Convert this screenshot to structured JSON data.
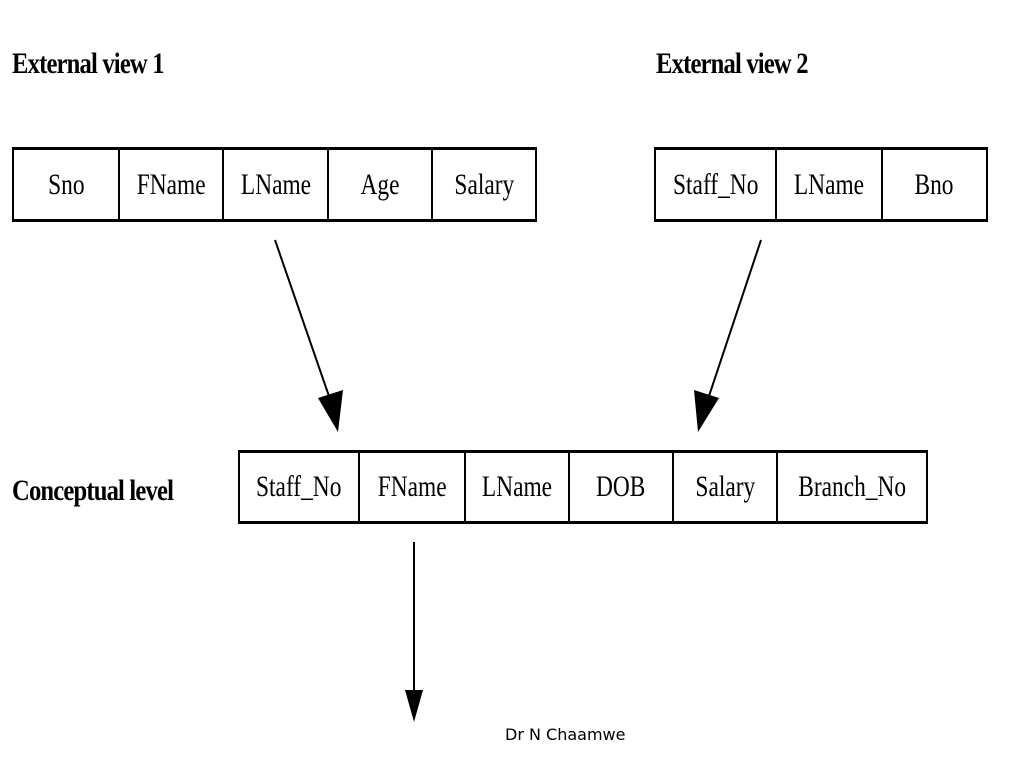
{
  "external_view_1": {
    "title": "External view 1",
    "fields": [
      "Sno",
      "FName",
      "LName",
      "Age",
      "Salary"
    ]
  },
  "external_view_2": {
    "title": "External view 2",
    "fields": [
      "Staff_No",
      "LName",
      "Bno"
    ]
  },
  "conceptual_level": {
    "title": "Conceptual level",
    "fields": [
      "Staff_No",
      "FName",
      "LName",
      "DOB",
      "Salary",
      "Branch_No"
    ]
  },
  "footer": {
    "author": "Dr N Chaamwe"
  }
}
